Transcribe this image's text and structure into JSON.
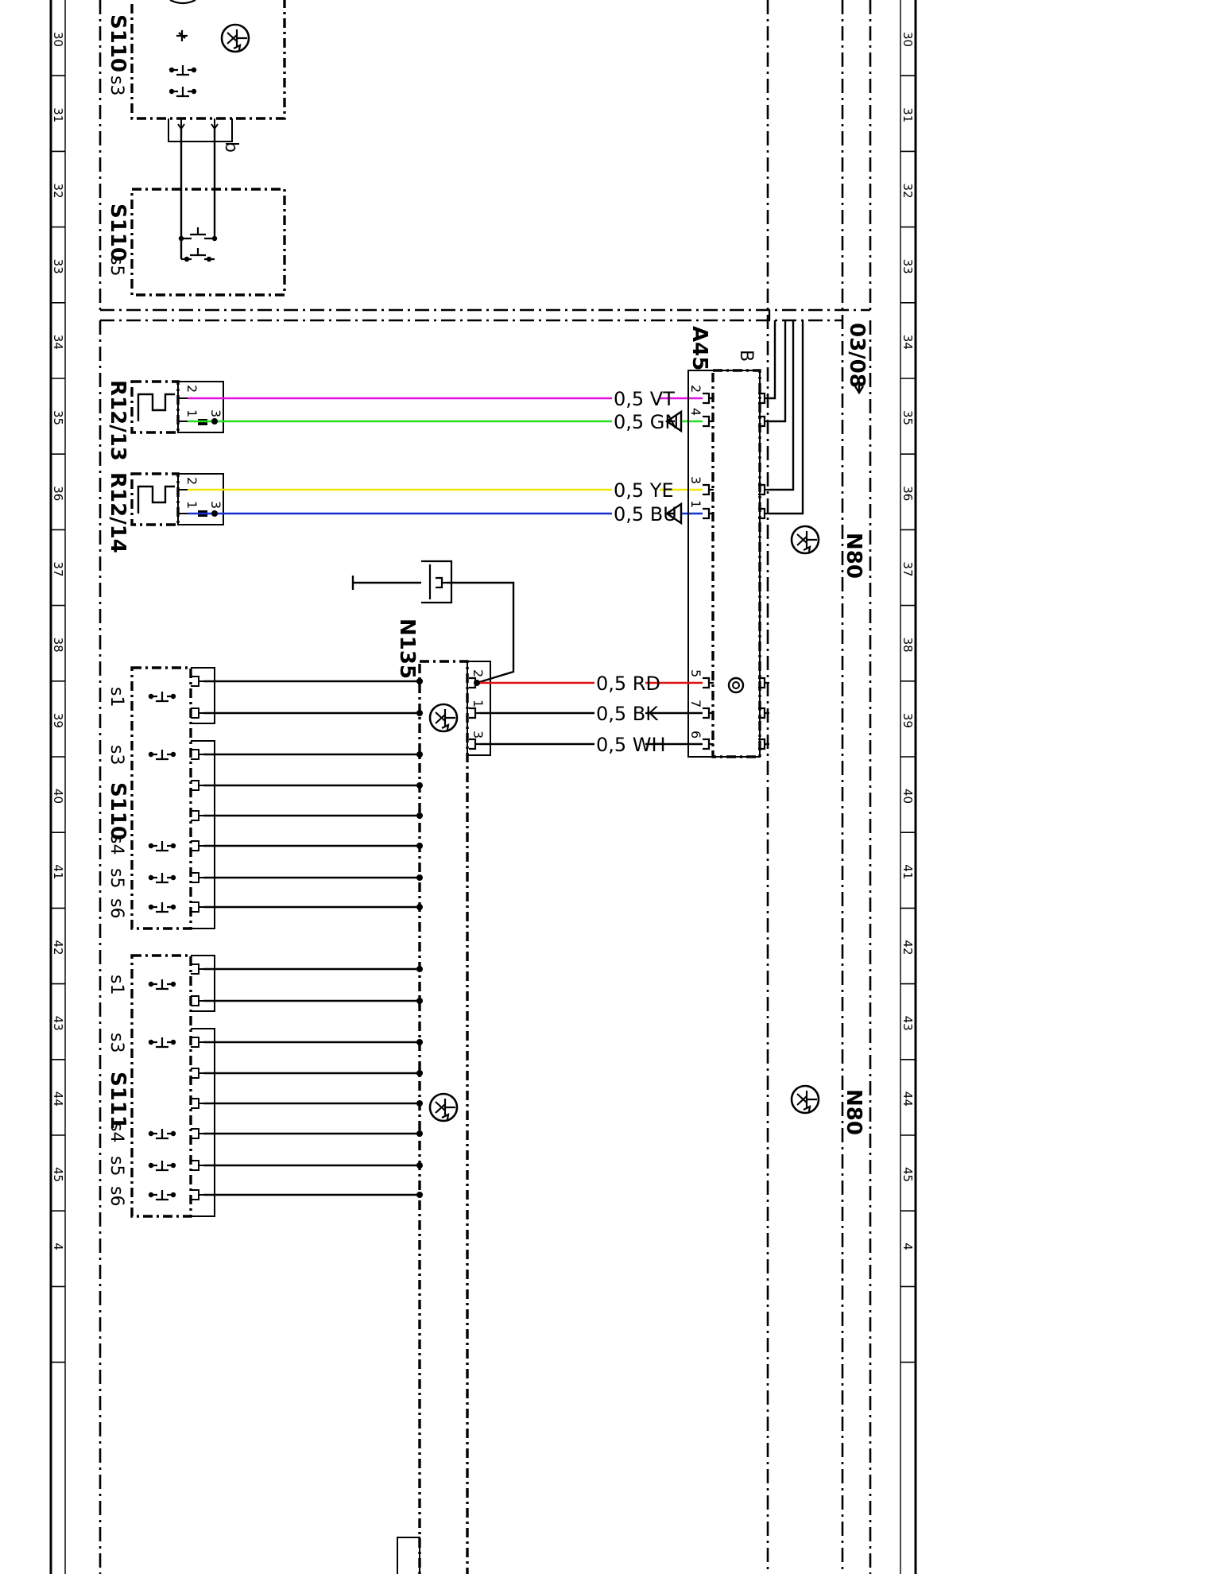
{
  "grid": {
    "row_numbers": [
      "30",
      "31",
      "32",
      "33",
      "34",
      "35",
      "36",
      "37",
      "38",
      "39",
      "40",
      "41",
      "42",
      "43",
      "44",
      "45",
      "4"
    ]
  },
  "components": {
    "s110_top": {
      "label": "S110",
      "sub": "s3"
    },
    "s110_mid": {
      "label": "S110",
      "sub": "s5"
    },
    "s110_main": {
      "label": "S110",
      "subs": [
        "s1",
        "s3",
        "s4",
        "s5",
        "s6"
      ]
    },
    "s111_main": {
      "label": "S111",
      "subs": [
        "s1",
        "s3",
        "s4",
        "s5",
        "s6"
      ]
    },
    "r12_13": {
      "label": "R12/13",
      "pins": [
        "2",
        "1",
        "3"
      ]
    },
    "r12_14": {
      "label": "R12/14",
      "pins": [
        "2",
        "1",
        "3"
      ]
    },
    "a45": {
      "label": "A45",
      "connector": "B",
      "pins": [
        "2",
        "4",
        "3",
        "1",
        "5",
        "7",
        "6"
      ]
    },
    "n135": {
      "label": "N135",
      "pins": [
        "2",
        "1",
        "3"
      ]
    },
    "n80_top": {
      "label": "N80"
    },
    "n80_bottom": {
      "label": "N80"
    },
    "ref": {
      "label": "03/08"
    },
    "branch": {
      "label": "b"
    }
  },
  "wires": [
    {
      "id": "vt",
      "label": "0,5  VT",
      "color": "#e010e0"
    },
    {
      "id": "gn",
      "label": "0,5  GN",
      "color": "#22dd22"
    },
    {
      "id": "ye",
      "label": "0,5  YE",
      "color": "#f2e600"
    },
    {
      "id": "bu",
      "label": "0,5  BU",
      "color": "#1530d0"
    },
    {
      "id": "rd",
      "label": "0,5  RD",
      "color": "#e01010"
    },
    {
      "id": "bk",
      "label": "0,5  BK",
      "color": "#000000"
    },
    {
      "id": "wh",
      "label": "0,5  WH",
      "color": "#000000"
    }
  ]
}
